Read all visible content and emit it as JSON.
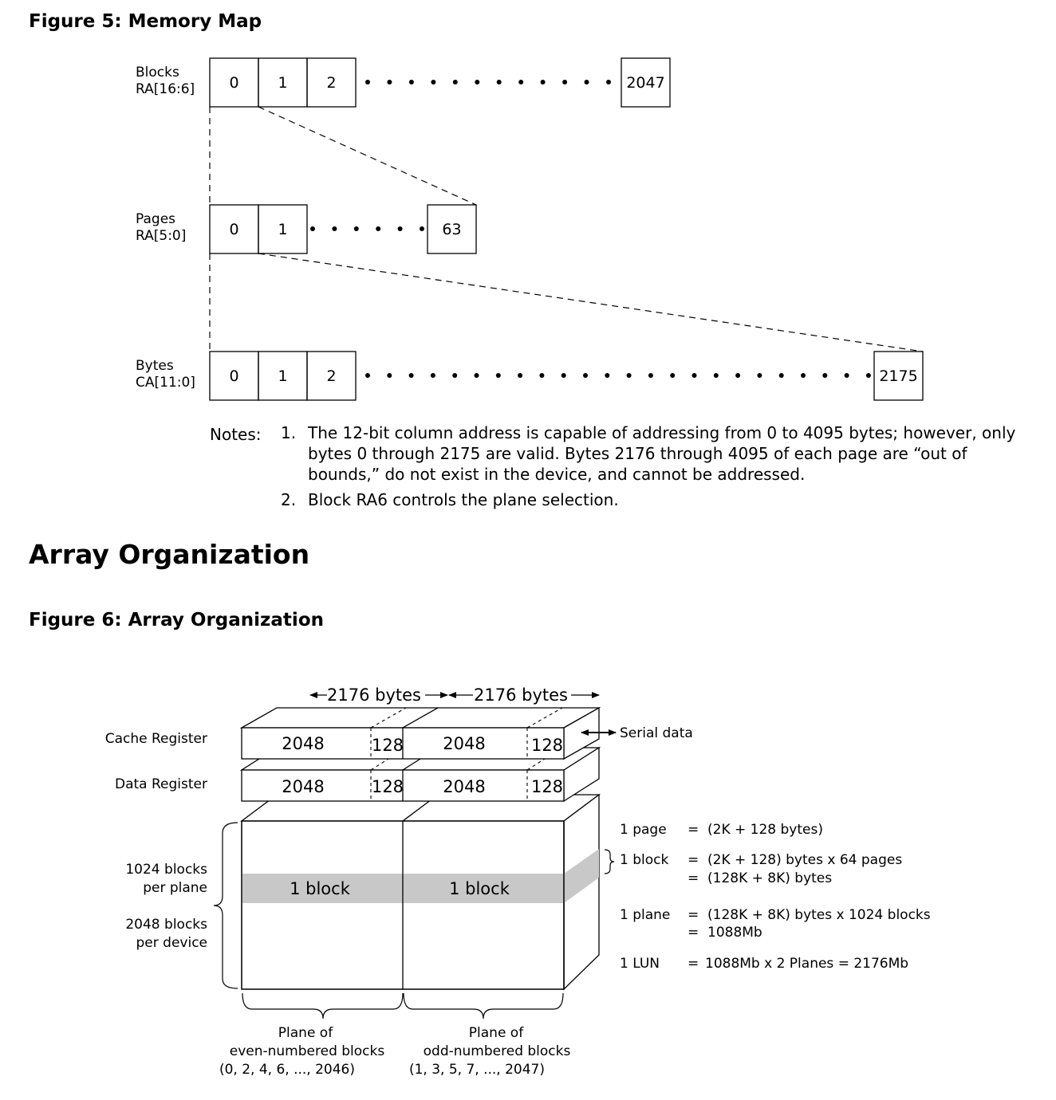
{
  "figure5": {
    "title": "Figure 5: Memory Map",
    "blocks": {
      "label_line1": "Blocks",
      "label_line2": "RA[16:6]",
      "cells": [
        "0",
        "1",
        "2"
      ],
      "last": "2047"
    },
    "pages": {
      "label_line1": "Pages",
      "label_line2": "RA[5:0]",
      "cells": [
        "0",
        "1"
      ],
      "last": "63"
    },
    "bytes": {
      "label_line1": "Bytes",
      "label_line2": "CA[11:0]",
      "cells": [
        "0",
        "1",
        "2"
      ],
      "last": "2175"
    },
    "notes_label": "Notes:",
    "notes": [
      {
        "num": "1.",
        "text": "The 12-bit column address is capable of addressing from 0 to 4095 bytes; however, only bytes 0 through 2175 are valid. Bytes 2176 through 4095 of each page are “out of bounds,” do not exist in the device, and cannot be addressed."
      },
      {
        "num": "2.",
        "text": "Block RA6 controls the plane selection."
      }
    ]
  },
  "section_title": "Array Organization",
  "figure6": {
    "title": "Figure 6: Array Organization",
    "width_left": "2176 bytes",
    "width_right": "2176 bytes",
    "cache_register_label": "Cache Register",
    "data_register_label": "Data Register",
    "register_main": "2048",
    "register_spare": "128",
    "serial_data": "Serial data",
    "block_label": "1 block",
    "left_labels": {
      "line1": "1024 blocks",
      "line2": "per plane",
      "line3": "2048 blocks",
      "line4": "per device"
    },
    "plane_even": {
      "line1": "Plane of",
      "line2": "even-numbered blocks",
      "line3": "(0, 2, 4, 6, ..., 2046)"
    },
    "plane_odd": {
      "line1": "Plane of",
      "line2": "odd-numbered blocks",
      "line3": "(1, 3, 5, 7, ..., 2047)"
    },
    "definitions": [
      {
        "term": "1 page",
        "eq": "=",
        "value": "(2K + 128 bytes)"
      },
      {
        "term": "1 block",
        "eq": "=",
        "value": "(2K + 128) bytes x 64 pages"
      },
      {
        "term": "",
        "eq": "=",
        "value": "(128K + 8K) bytes"
      },
      {
        "term": "1 plane",
        "eq": "=",
        "value": "(128K + 8K) bytes x 1024 blocks"
      },
      {
        "term": "",
        "eq": "=",
        "value": "1088Mb"
      },
      {
        "term": "1 LUN",
        "eq": "=",
        "value": "1088Mb x 2 Planes = 2176Mb"
      }
    ],
    "block_shade_color": "#c8c8c8"
  }
}
